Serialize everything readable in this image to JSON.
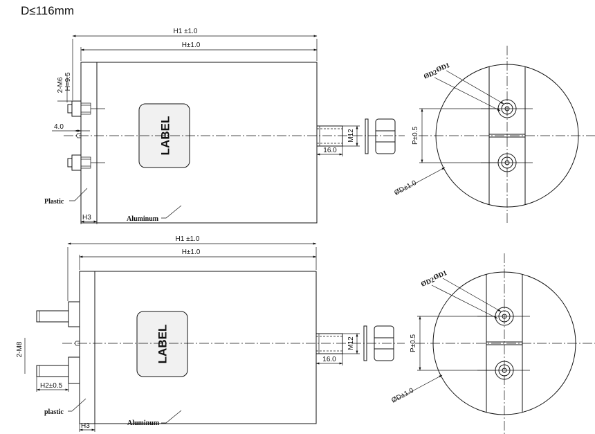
{
  "page": {
    "title": "D≤116mm"
  },
  "top_view": {
    "dim_h1": "H1 ±1.0",
    "dim_h": "H±1.0",
    "terminal_thread": "2-M6",
    "terminal_height": "H=9.5",
    "dim_offset": "4.0",
    "label": "LABEL",
    "stud_thread": "M12",
    "stud_length": "16.0",
    "material_plastic": "Plastic",
    "material_aluminum": "Aluminum",
    "dim_h3": "H3"
  },
  "top_end": {
    "d1": "ØD1",
    "d2": "ØD2",
    "pitch": "P±0.5",
    "diameter": "ØD±1.0"
  },
  "bottom_view": {
    "dim_h1": "H1 ±1.0",
    "dim_h": "H±1.0",
    "terminal_thread": "2-M8",
    "dim_h2": "H2±0.5",
    "label": "LABEL",
    "stud_thread": "M12",
    "stud_length": "16.0",
    "material_plastic": "plastic",
    "material_aluminum": "Aluminum",
    "dim_h3": "H3"
  },
  "bottom_end": {
    "d1": "ØD1",
    "d2": "ØD2",
    "pitch": "P±0.5",
    "diameter": "ØD±1.0"
  }
}
